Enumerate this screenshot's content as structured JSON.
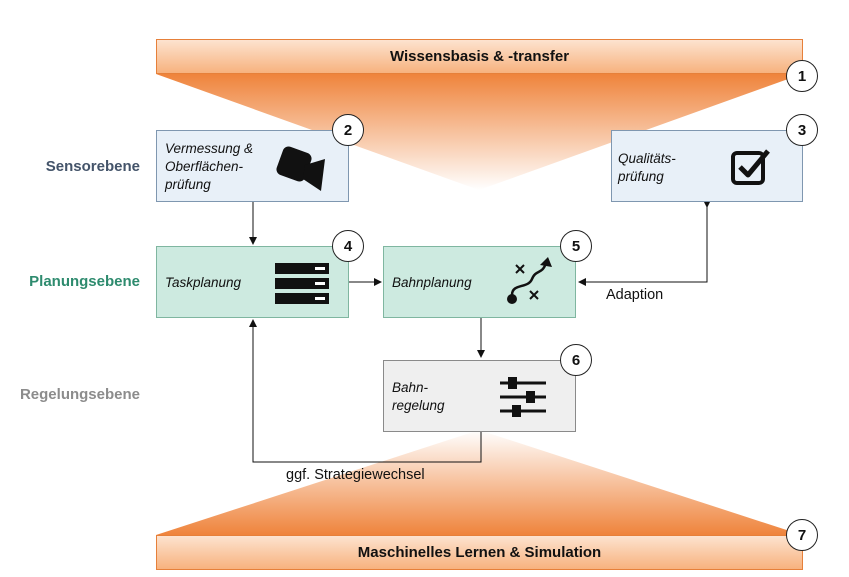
{
  "top_bar": {
    "label": "Wissensbasis & -transfer",
    "badge": "1"
  },
  "bottom_bar": {
    "label": "Maschinelles Lernen & Simulation",
    "badge": "7"
  },
  "levels": {
    "sensor": {
      "label": "Sensorebene",
      "color": "#44546a"
    },
    "planning": {
      "label": "Planungsebene",
      "color": "#2e8b6e"
    },
    "control": {
      "label": "Regelungsebene",
      "color": "#8c8c8c"
    }
  },
  "boxes": {
    "measurement": {
      "label": "Vermessung &\nOberflächen-\nprüfung",
      "badge": "2",
      "icon": "camera-icon"
    },
    "quality": {
      "label": "Qualitäts-\nprüfung",
      "badge": "3",
      "icon": "checkbox-icon"
    },
    "task": {
      "label": "Taskplanung",
      "badge": "4",
      "icon": "server-icon"
    },
    "path_planning": {
      "label": "Bahnplanung",
      "badge": "5",
      "icon": "path-icon"
    },
    "path_control": {
      "label": "Bahn-\nregelung",
      "badge": "6",
      "icon": "sliders-icon"
    }
  },
  "edges": {
    "adaption": "Adaption",
    "strategy_change": "ggf. Strategiewechsel"
  },
  "colors": {
    "orange": "#ee7d31",
    "blue_box": "#e8f0f8",
    "green_box": "#cdeae0",
    "gray_box": "#efefef"
  }
}
